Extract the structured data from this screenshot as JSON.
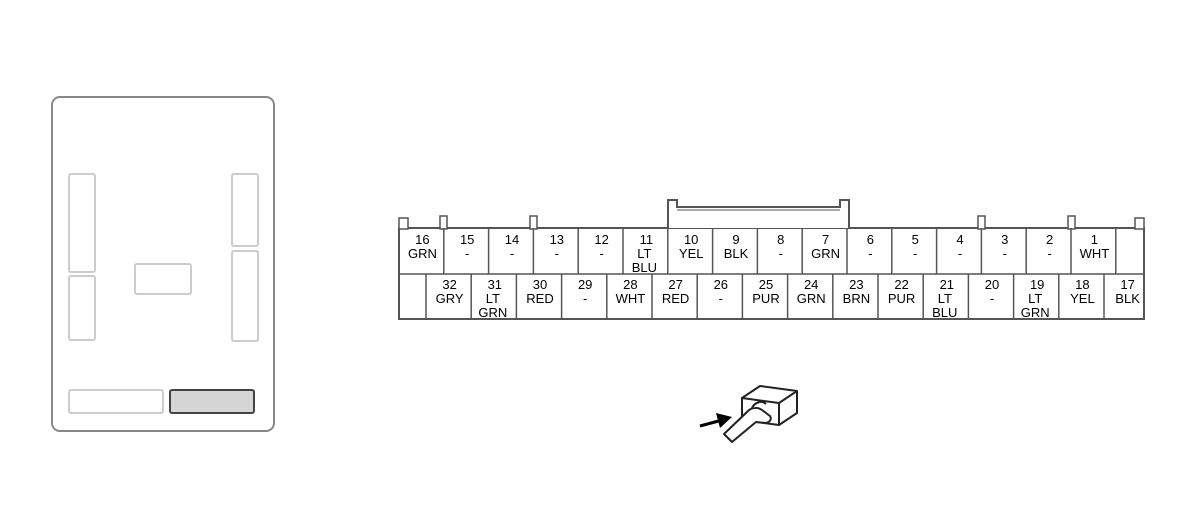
{
  "row_top": [
    {
      "num": "16",
      "lines": [
        "GRN"
      ]
    },
    {
      "num": "15",
      "lines": [
        "-"
      ]
    },
    {
      "num": "14",
      "lines": [
        "-"
      ]
    },
    {
      "num": "13",
      "lines": [
        "-"
      ]
    },
    {
      "num": "12",
      "lines": [
        "-"
      ]
    },
    {
      "num": "11",
      "lines": [
        "LT",
        "BLU"
      ]
    },
    {
      "num": "10",
      "lines": [
        "YEL"
      ]
    },
    {
      "num": "9",
      "lines": [
        "BLK"
      ]
    },
    {
      "num": "8",
      "lines": [
        "-"
      ]
    },
    {
      "num": "7",
      "lines": [
        "GRN"
      ]
    },
    {
      "num": "6",
      "lines": [
        "-"
      ]
    },
    {
      "num": "5",
      "lines": [
        "-"
      ]
    },
    {
      "num": "4",
      "lines": [
        "-"
      ]
    },
    {
      "num": "3",
      "lines": [
        "-"
      ]
    },
    {
      "num": "2",
      "lines": [
        "-"
      ]
    },
    {
      "num": "1",
      "lines": [
        "WHT"
      ]
    }
  ],
  "row_bottom": [
    {
      "num": "32",
      "lines": [
        "GRY"
      ]
    },
    {
      "num": "31",
      "lines": [
        "LT",
        "GRN"
      ]
    },
    {
      "num": "30",
      "lines": [
        "RED"
      ]
    },
    {
      "num": "29",
      "lines": [
        "-"
      ]
    },
    {
      "num": "28",
      "lines": [
        "WHT"
      ]
    },
    {
      "num": "27",
      "lines": [
        "RED"
      ]
    },
    {
      "num": "26",
      "lines": [
        "-"
      ]
    },
    {
      "num": "25",
      "lines": [
        "PUR"
      ]
    },
    {
      "num": "24",
      "lines": [
        "GRN"
      ]
    },
    {
      "num": "23",
      "lines": [
        "BRN"
      ]
    },
    {
      "num": "22",
      "lines": [
        "PUR"
      ]
    },
    {
      "num": "21",
      "lines": [
        "LT",
        "BLU"
      ]
    },
    {
      "num": "20",
      "lines": [
        "-"
      ]
    },
    {
      "num": "19",
      "lines": [
        "LT",
        "GRN"
      ]
    },
    {
      "num": "18",
      "lines": [
        "YEL"
      ]
    },
    {
      "num": "17",
      "lines": [
        "BLK"
      ]
    }
  ],
  "colors": {
    "outline": "#555555",
    "panel_outline": "#999999",
    "locator_block": "#cccccc",
    "highlight_fill": "#d6d6d6"
  }
}
